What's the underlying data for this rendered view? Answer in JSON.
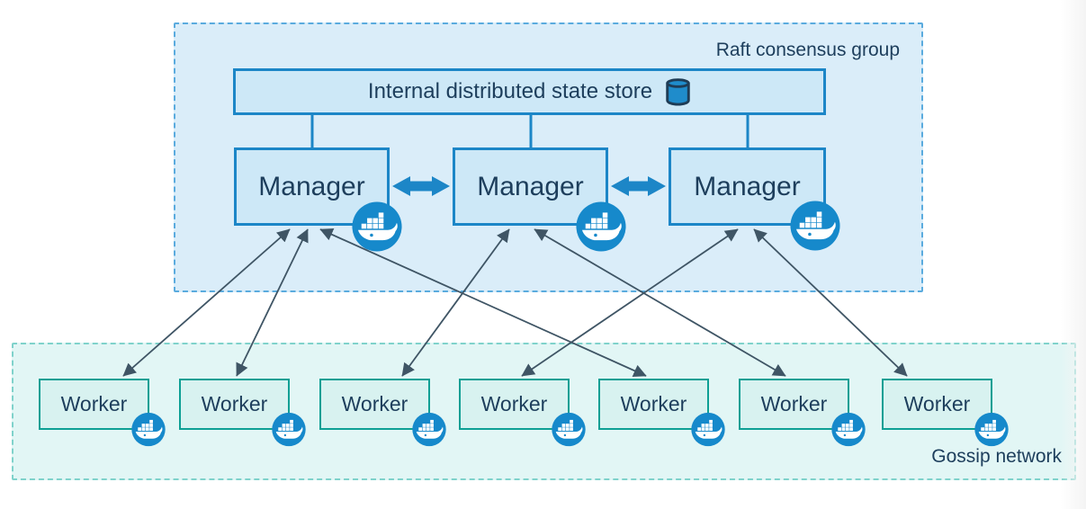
{
  "diagram": {
    "title_context": "Docker swarm mode architecture",
    "raft_group": {
      "label": "Raft consensus group"
    },
    "gossip_group": {
      "label": "Gossip network"
    },
    "state_store": {
      "label": "Internal distributed state store",
      "icon": "database-icon"
    },
    "managers": [
      {
        "label": "Manager",
        "icon": "docker-icon"
      },
      {
        "label": "Manager",
        "icon": "docker-icon"
      },
      {
        "label": "Manager",
        "icon": "docker-icon"
      }
    ],
    "workers": [
      {
        "label": "Worker",
        "icon": "docker-icon"
      },
      {
        "label": "Worker",
        "icon": "docker-icon"
      },
      {
        "label": "Worker",
        "icon": "docker-icon"
      },
      {
        "label": "Worker",
        "icon": "docker-icon"
      },
      {
        "label": "Worker",
        "icon": "docker-icon"
      },
      {
        "label": "Worker",
        "icon": "docker-icon"
      },
      {
        "label": "Worker",
        "icon": "docker-icon"
      }
    ],
    "manager_peer_links": [
      {
        "from": "manager-1",
        "to": "manager-2",
        "style": "thick-double-arrow"
      },
      {
        "from": "manager-2",
        "to": "manager-3",
        "style": "thick-double-arrow"
      }
    ],
    "store_links": [
      "manager-1",
      "manager-2",
      "manager-3"
    ],
    "manager_worker_links": [
      {
        "from": "manager-1",
        "to": "worker-1",
        "style": "double-arrow"
      },
      {
        "from": "manager-1",
        "to": "worker-2",
        "style": "double-arrow"
      },
      {
        "from": "manager-1",
        "to": "worker-5",
        "style": "double-arrow"
      },
      {
        "from": "manager-2",
        "to": "worker-3",
        "style": "double-arrow"
      },
      {
        "from": "manager-2",
        "to": "worker-6",
        "style": "double-arrow"
      },
      {
        "from": "manager-3",
        "to": "worker-4",
        "style": "double-arrow"
      },
      {
        "from": "manager-3",
        "to": "worker-7",
        "style": "double-arrow"
      }
    ],
    "colors": {
      "raft_fill": "#daedf9",
      "raft_border": "#5aabde",
      "node_fill": "#cde8f7",
      "node_border": "#1c86c7",
      "docker_blue": "#1689cb",
      "worker_fill": "#d8f2f0",
      "worker_border": "#0d9f94",
      "gossip_fill": "#e2f6f5",
      "gossip_border": "#7fd2cb",
      "line": "#3f5565",
      "text": "#1d3e5c",
      "db_fill": "#1f8ccb",
      "db_stroke": "#1e3c56"
    }
  }
}
